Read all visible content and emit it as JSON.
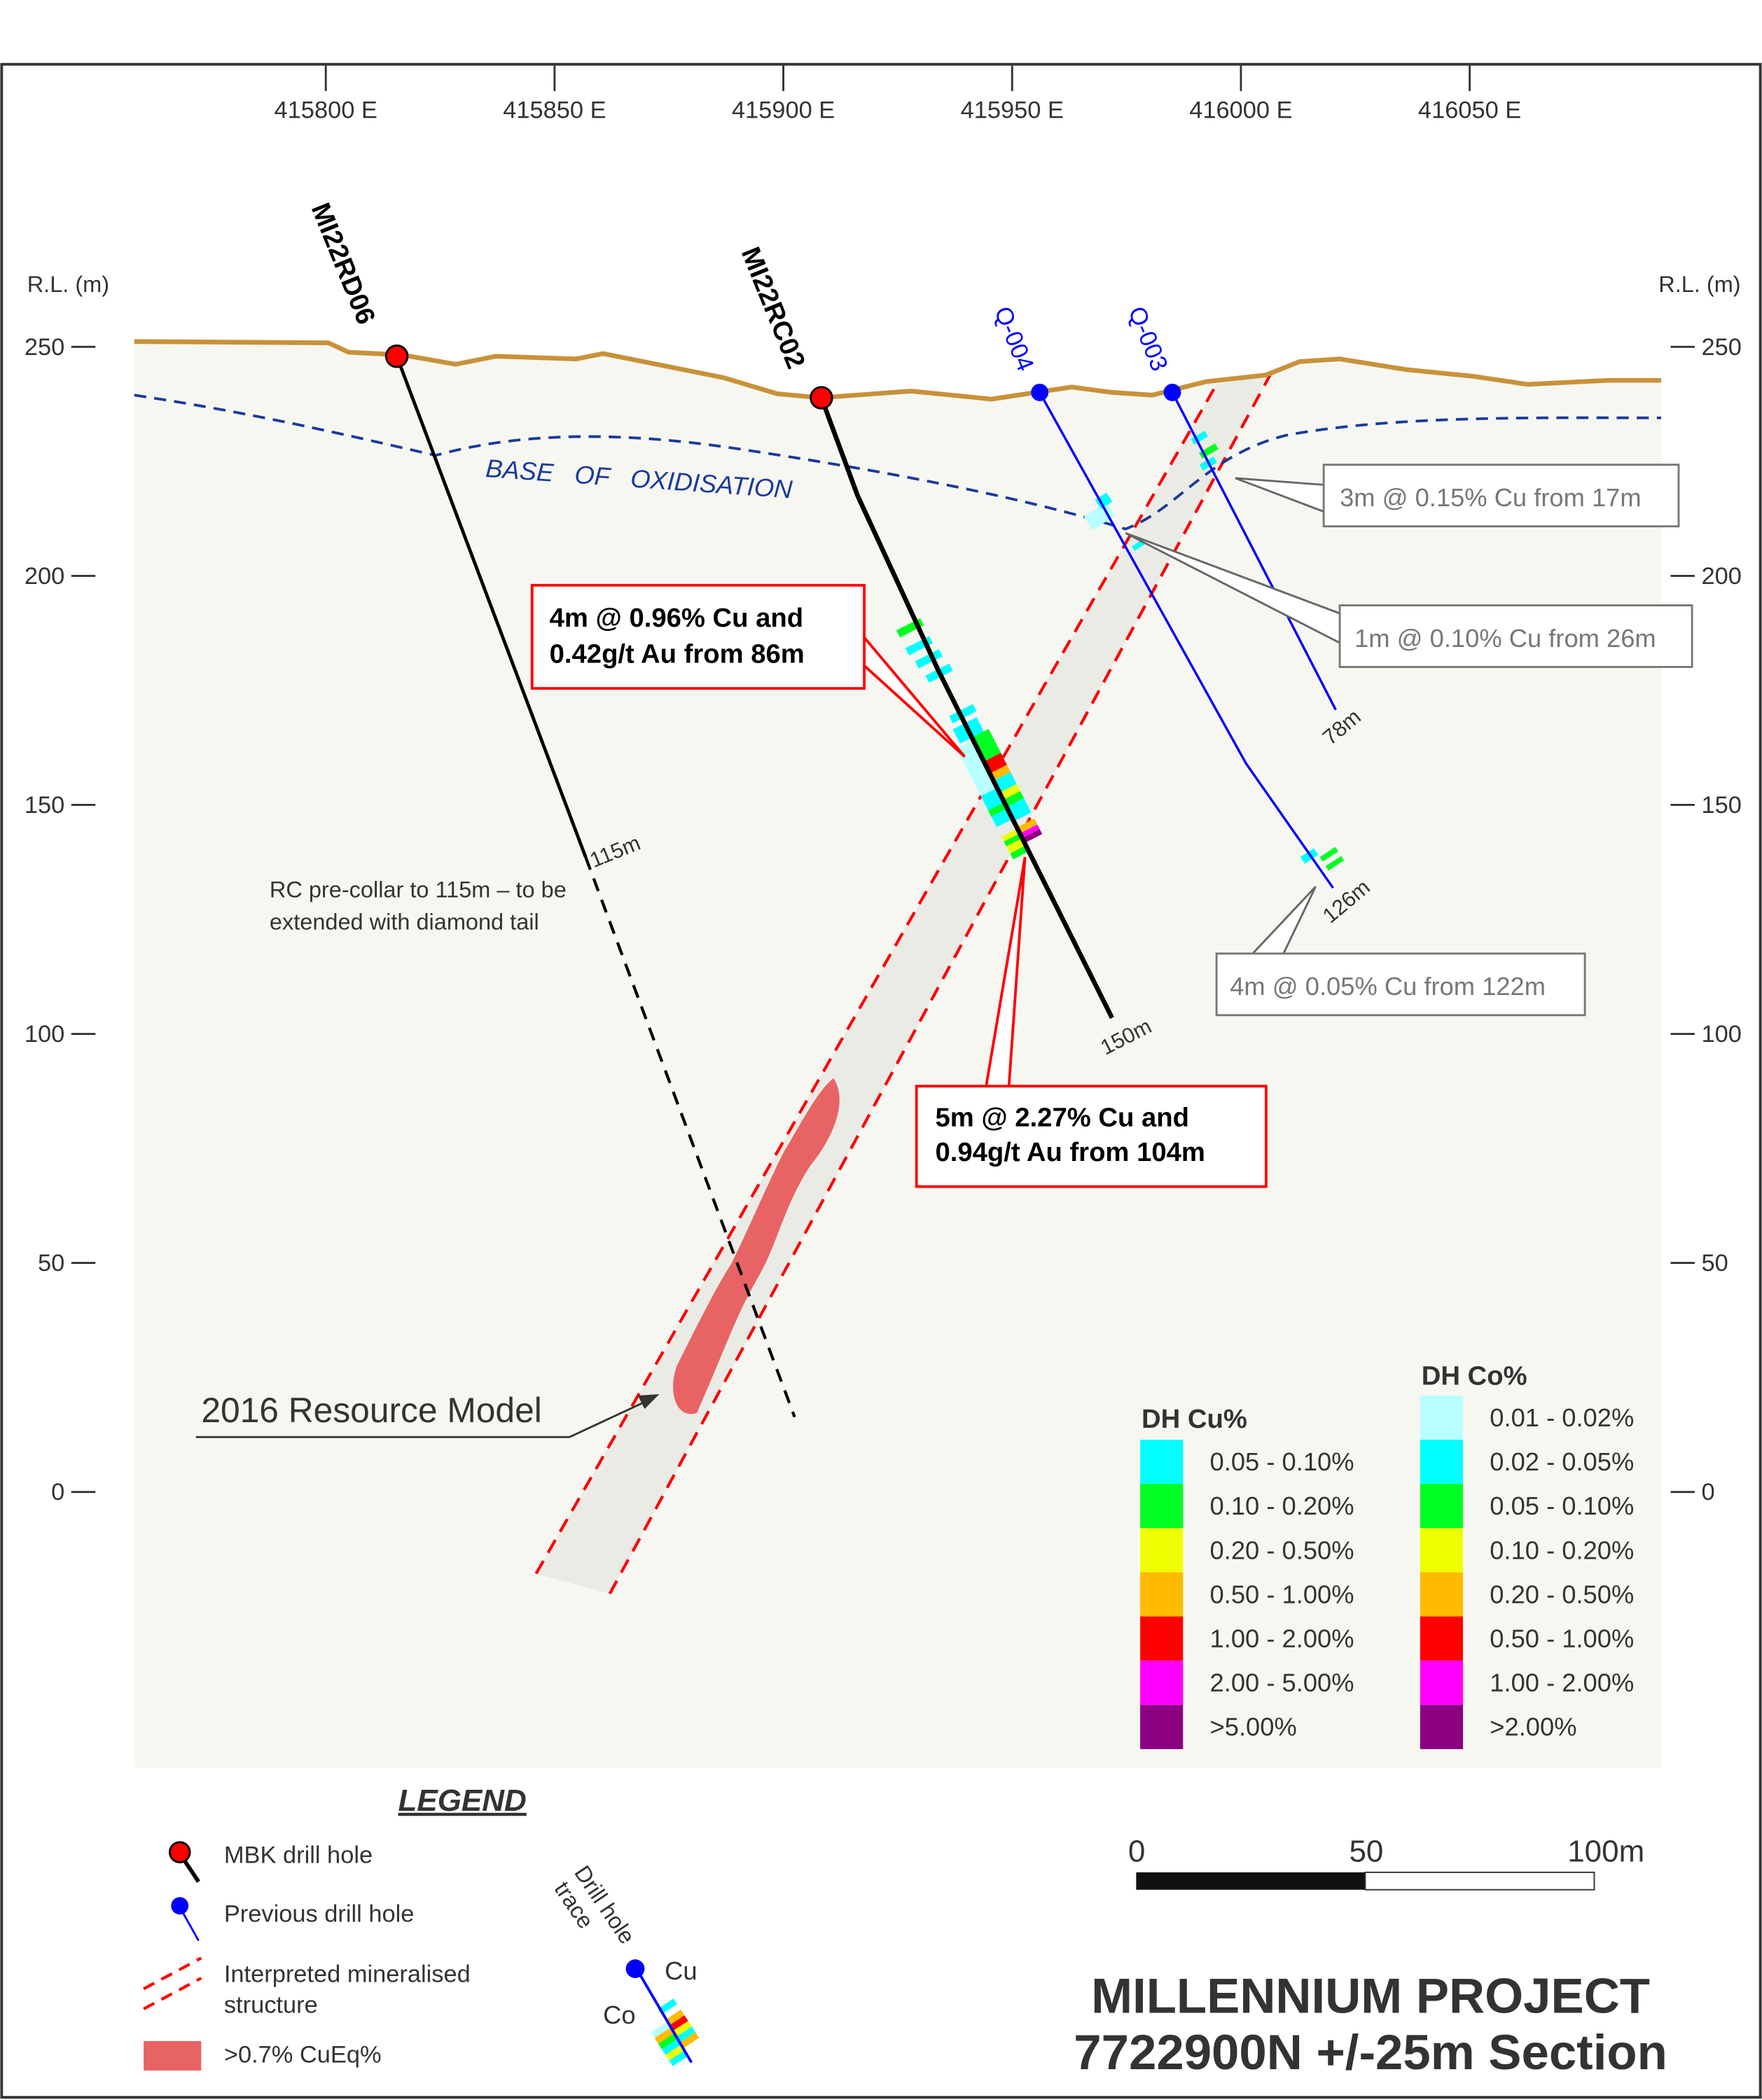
{
  "eastings": [
    {
      "value": 415800,
      "label": "415800 E"
    },
    {
      "value": 415850,
      "label": "415850 E"
    },
    {
      "value": 415900,
      "label": "415900 E"
    },
    {
      "value": 415950,
      "label": "415950 E"
    },
    {
      "value": 416000,
      "label": "416000 E"
    },
    {
      "value": 416050,
      "label": "416050 E"
    }
  ],
  "rl": {
    "title": "R.L. (m)",
    "ticks": [
      {
        "value": 250,
        "label": "250"
      },
      {
        "value": 200,
        "label": "200"
      },
      {
        "value": 150,
        "label": "150"
      },
      {
        "value": 100,
        "label": "100"
      },
      {
        "value": 50,
        "label": "50"
      },
      {
        "value": 0,
        "label": "0"
      }
    ]
  },
  "holes": {
    "rd06": {
      "name": "MI22RD06",
      "depth": "115m",
      "note_line1": "RC pre-collar to 115m – to be",
      "note_line2": "extended with diamond tail"
    },
    "rc02": {
      "name": "MI22RC02",
      "depth": "150m"
    },
    "q004": {
      "name": "Q-004",
      "depth": "126m"
    },
    "q003": {
      "name": "Q-003",
      "depth": "78m"
    }
  },
  "base_oxidisation": "BASE   OF   OXIDISATION",
  "callouts": {
    "c1_line1": "4m @ 0.96% Cu and",
    "c1_line2": "0.42g/t Au from 86m",
    "c2_line1": "5m @ 2.27% Cu and",
    "c2_line2": "0.94g/t Au from 104m",
    "c3": "3m @ 0.15% Cu from 17m",
    "c4": "1m @ 0.10% Cu from 26m",
    "c5": "4m @ 0.05% Cu from 122m",
    "resource": "2016 Resource Model"
  },
  "dh_cu": {
    "title": "DH Cu%",
    "items": [
      {
        "label": "0.05 - 0.10%",
        "color": "#00ffff"
      },
      {
        "label": "0.10 - 0.20%",
        "color": "#00ff22"
      },
      {
        "label": "0.20 - 0.50%",
        "color": "#eeff00"
      },
      {
        "label": "0.50 - 1.00%",
        "color": "#ffbb00"
      },
      {
        "label": "1.00 - 2.00%",
        "color": "#ff0000"
      },
      {
        "label": "2.00 - 5.00%",
        "color": "#ff00ff"
      },
      {
        "label": ">5.00%",
        "color": "#8b0080"
      }
    ]
  },
  "dh_co": {
    "title": "DH Co%",
    "items": [
      {
        "label": "0.01 - 0.02%",
        "color": "#b8ffff"
      },
      {
        "label": "0.02 - 0.05%",
        "color": "#00ffff"
      },
      {
        "label": "0.05 - 0.10%",
        "color": "#00ff22"
      },
      {
        "label": "0.10 - 0.20%",
        "color": "#eeff00"
      },
      {
        "label": "0.20 - 0.50%",
        "color": "#ffbb00"
      },
      {
        "label": "0.50 - 1.00%",
        "color": "#ff0000"
      },
      {
        "label": "1.00 - 2.00%",
        "color": "#ff00ff"
      },
      {
        "label": ">2.00%",
        "color": "#8b0080"
      }
    ]
  },
  "legend": {
    "title": "LEGEND",
    "mbk": "MBK drill hole",
    "previous": "Previous drill hole",
    "structure_line1": "Interpreted mineralised",
    "structure_line2": "structure",
    "cueq": ">0.7% CuEq%",
    "trace_line1": "Drill hole",
    "trace_line2": "trace",
    "cu": "Cu",
    "co": "Co"
  },
  "scale": {
    "l0": "0",
    "l50": "50",
    "l100": "100m"
  },
  "title": {
    "line1": "MILLENNIUM PROJECT",
    "line2": "7722900N +/-25m Section"
  }
}
